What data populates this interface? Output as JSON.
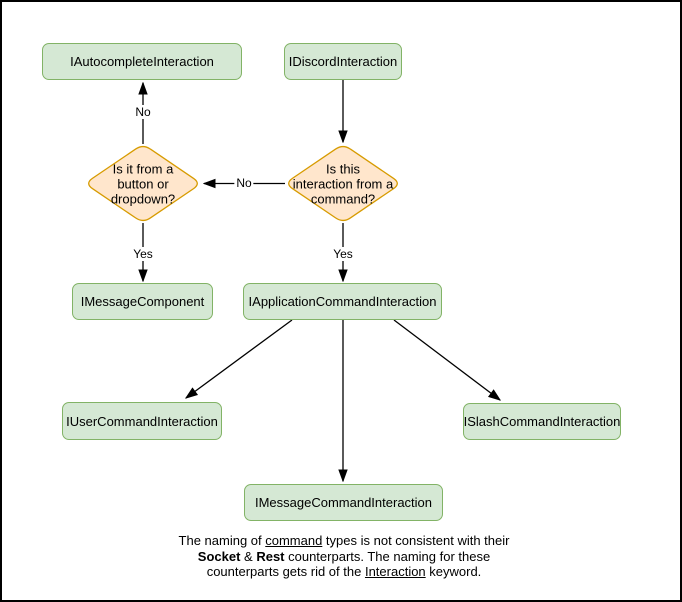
{
  "diagram": {
    "colors": {
      "background": "#ffffff",
      "canvas_border": "#000000",
      "process_fill": "#d5e8d4",
      "process_stroke": "#82b366",
      "decision_fill": "#ffe6cc",
      "decision_stroke": "#d79b00",
      "edge_stroke": "#000000",
      "text": "#000000"
    },
    "nodes": {
      "autocomplete": {
        "label": "IAutocompleteInteraction"
      },
      "discord": {
        "label": "IDiscordInteraction"
      },
      "message_component": {
        "label": "IMessageComponent"
      },
      "application_command": {
        "label": "IApplicationCommandInteraction"
      },
      "user_command": {
        "label": "IUserCommandInteraction"
      },
      "slash_command": {
        "label": "ISlashCommandInteraction"
      },
      "message_command": {
        "label": "IMessageCommandInteraction"
      }
    },
    "decisions": {
      "component": {
        "line1": "Is it from a",
        "line2": "button or",
        "line3": "dropdown?"
      },
      "command": {
        "line1": "Is this",
        "line2": "interaction from a",
        "line3": "command?"
      }
    },
    "edge_labels": {
      "no_up": "No",
      "no_left": "No",
      "yes_component": "Yes",
      "yes_command": "Yes"
    },
    "note": {
      "line1_pre": "The naming of ",
      "line1_underlined": "command",
      "line1_post": " types is not consistent with their",
      "line2_bold1": "Socket",
      "line2_mid": " & ",
      "line2_bold2": "Rest",
      "line2_post": " counterparts. The naming for these",
      "line3_pre": "counterparts gets rid of the ",
      "line3_underlined": "Interaction",
      "line3_post": " keyword."
    }
  }
}
